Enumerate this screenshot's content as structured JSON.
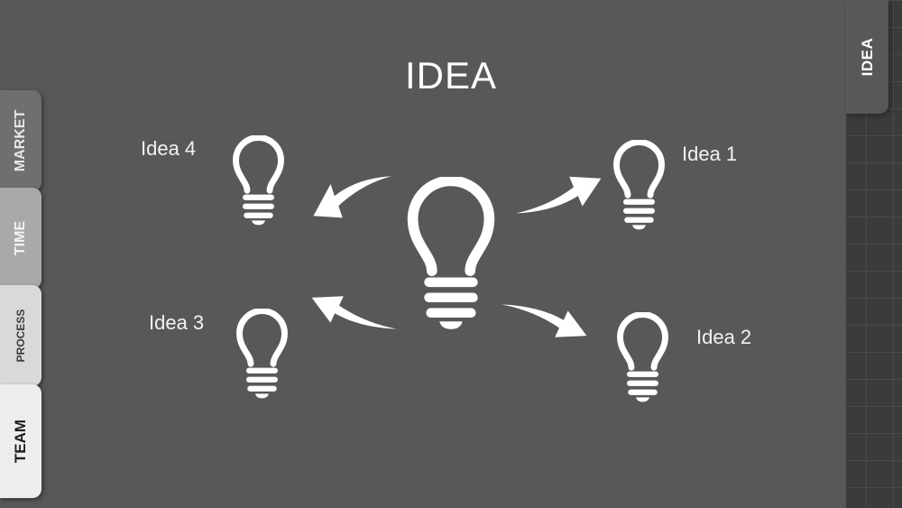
{
  "title": "IDEA",
  "right_tab": {
    "label": "IDEA"
  },
  "side_tabs": [
    {
      "label": "MARKET"
    },
    {
      "label": "TIME"
    },
    {
      "label": "PROCESS"
    },
    {
      "label": "TEAM"
    }
  ],
  "ideas": [
    {
      "label": "Idea 1"
    },
    {
      "label": "Idea 2"
    },
    {
      "label": "Idea 3"
    },
    {
      "label": "Idea 4"
    }
  ],
  "colors": {
    "slide": "#585858",
    "icon": "#ffffff"
  },
  "icons": [
    "lightbulb-icon",
    "arrow-icon"
  ]
}
